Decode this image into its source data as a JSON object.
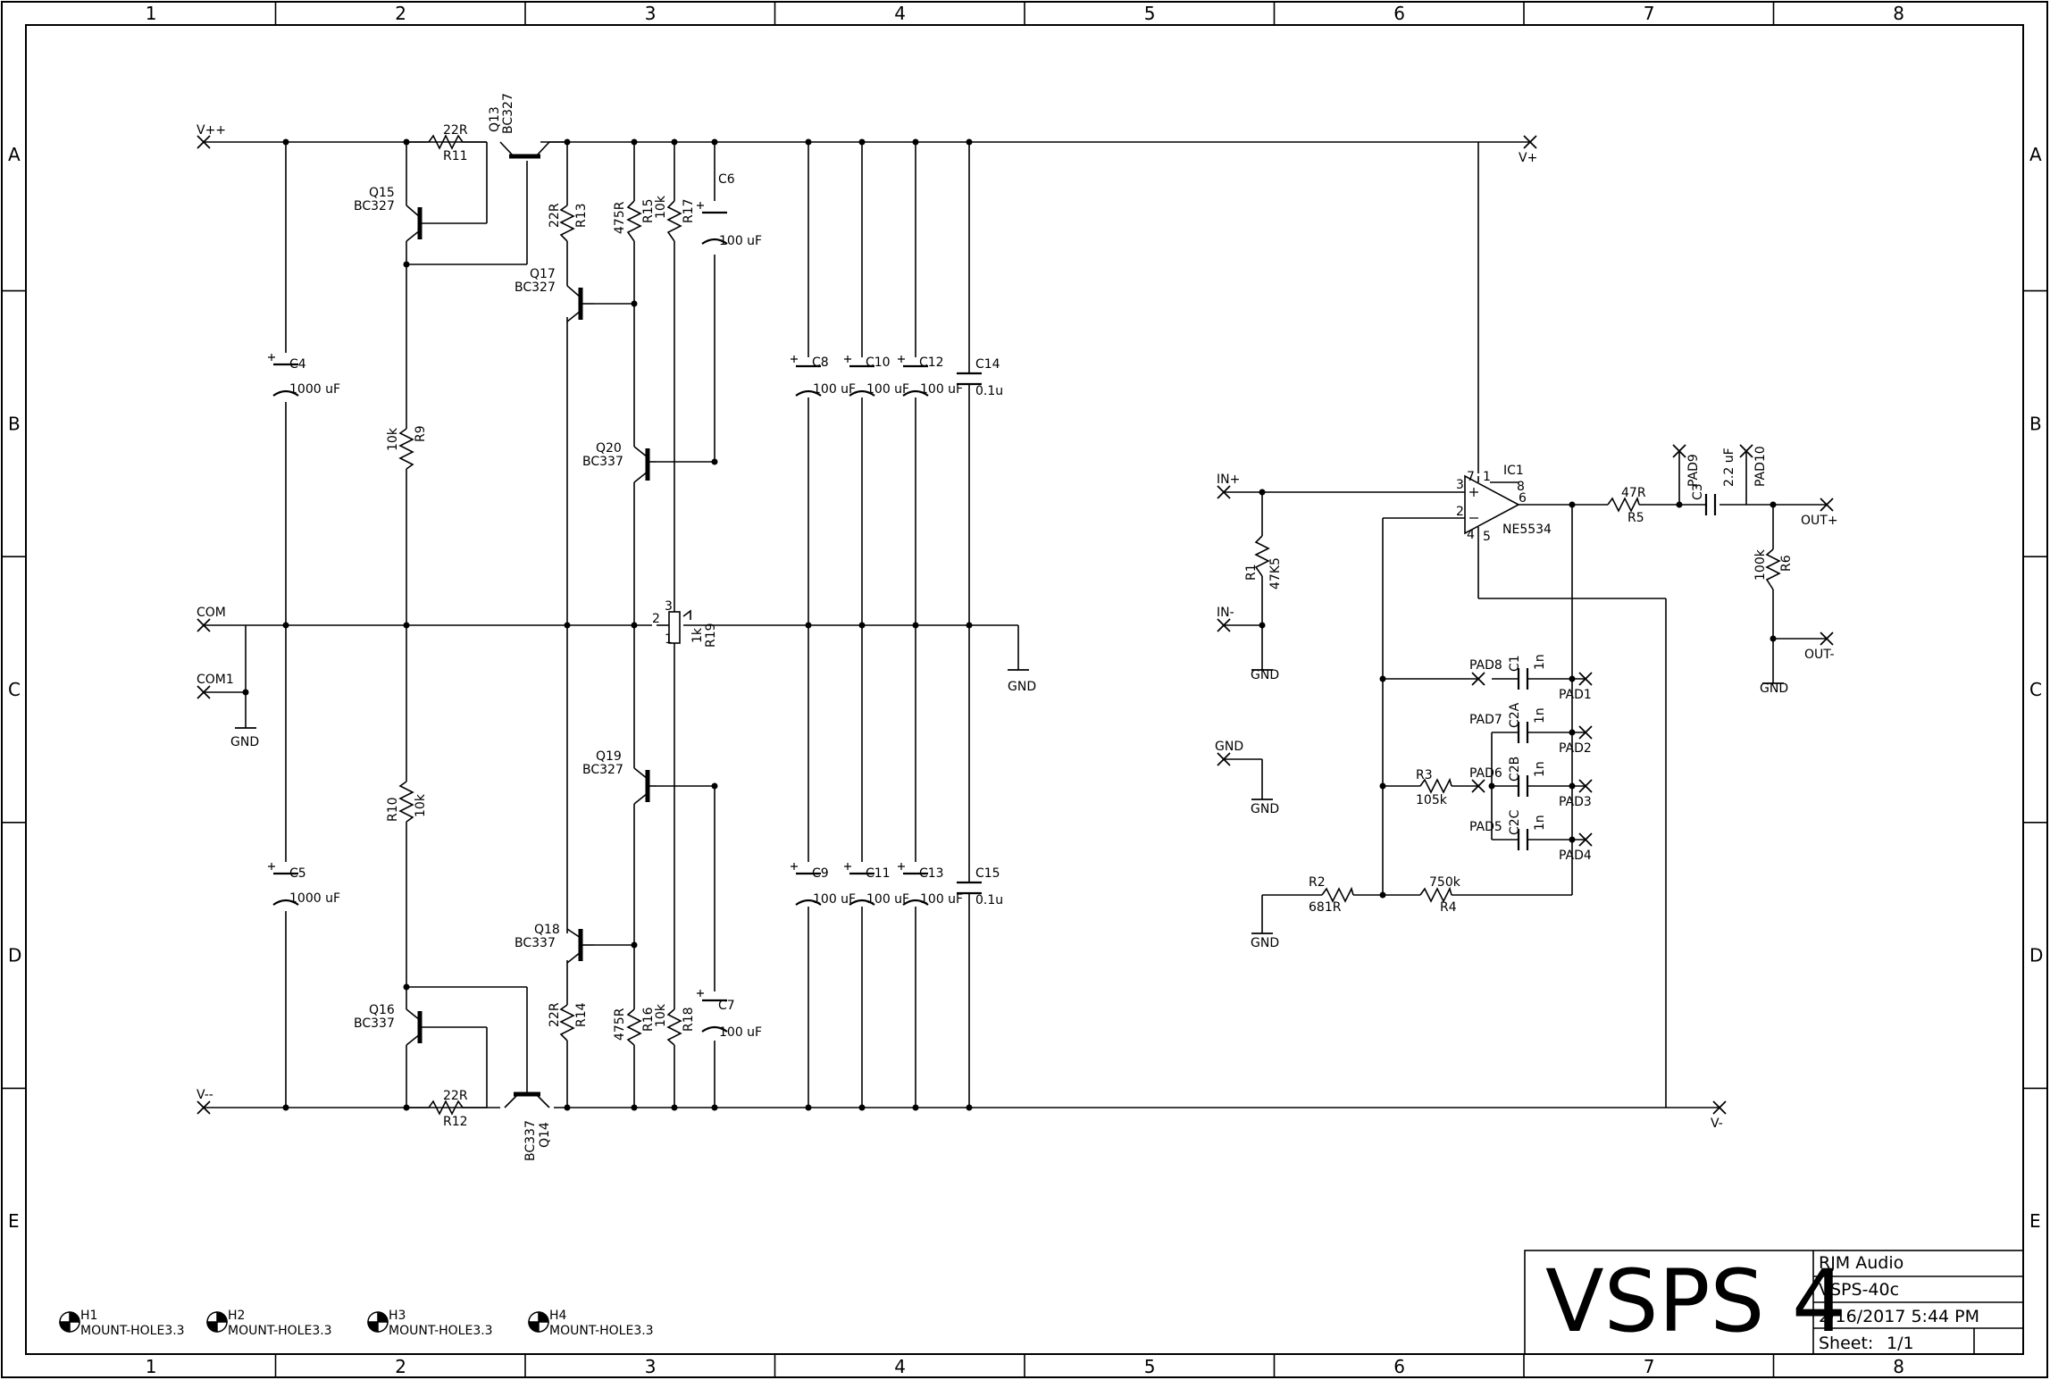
{
  "zones": {
    "cols": [
      "1",
      "2",
      "3",
      "4",
      "5",
      "6",
      "7",
      "8"
    ],
    "rows": [
      "A",
      "B",
      "C",
      "D",
      "E"
    ]
  },
  "nets": {
    "vpp": "V++",
    "vp": "V+",
    "vmm": "V--",
    "vm": "V-",
    "com": "COM",
    "com1": "COM1",
    "gnd": "GND",
    "in_p": "IN+",
    "in_m": "IN-",
    "out_p": "OUT+",
    "out_m": "OUT-"
  },
  "parts": {
    "r11": {
      "name": "R11",
      "value": "22R"
    },
    "r12": {
      "name": "R12",
      "value": "22R"
    },
    "r9": {
      "name": "R9",
      "value": "10k"
    },
    "r10": {
      "name": "R10",
      "value": "10k"
    },
    "r13": {
      "name": "R13",
      "value": "22R"
    },
    "r14": {
      "name": "R14",
      "value": "22R"
    },
    "r15": {
      "name": "R15",
      "value": "475R"
    },
    "r16": {
      "name": "R16",
      "value": "475R"
    },
    "r17": {
      "name": "R17",
      "value": "10k"
    },
    "r18": {
      "name": "R18",
      "value": "10k"
    },
    "r19": {
      "name": "R19",
      "value": "1k",
      "pin1": "1",
      "pin2": "2",
      "pin3": "3"
    },
    "r1": {
      "name": "R1",
      "value": "47K5"
    },
    "r2": {
      "name": "R2",
      "value": "681R"
    },
    "r3": {
      "name": "R3",
      "value": "105k"
    },
    "r4": {
      "name": "R4",
      "value": "750k"
    },
    "r5": {
      "name": "R5",
      "value": "47R"
    },
    "r6": {
      "name": "R6",
      "value": "100k"
    },
    "q13": {
      "name": "Q13",
      "value": "BC327"
    },
    "q14": {
      "name": "Q14",
      "value": "BC337"
    },
    "q15": {
      "name": "Q15",
      "value": "BC327"
    },
    "q16": {
      "name": "Q16",
      "value": "BC337"
    },
    "q17": {
      "name": "Q17",
      "value": "BC327"
    },
    "q18": {
      "name": "Q18",
      "value": "BC337"
    },
    "q19": {
      "name": "Q19",
      "value": "BC327"
    },
    "q20": {
      "name": "Q20",
      "value": "BC337"
    },
    "c4": {
      "name": "C4",
      "value": "1000 uF"
    },
    "c5": {
      "name": "C5",
      "value": "1000 uF"
    },
    "c6": {
      "name": "C6",
      "value": "100 uF"
    },
    "c7": {
      "name": "C7",
      "value": "100 uF"
    },
    "c8": {
      "name": "C8",
      "value": "100 uF"
    },
    "c9": {
      "name": "C9",
      "value": "100 uF"
    },
    "c10": {
      "name": "C10",
      "value": "100 uF"
    },
    "c11": {
      "name": "C11",
      "value": "100 uF"
    },
    "c12": {
      "name": "C12",
      "value": "100 uF"
    },
    "c13": {
      "name": "C13",
      "value": "100 uF"
    },
    "c14": {
      "name": "C14",
      "value": "0.1u"
    },
    "c15": {
      "name": "C15",
      "value": "0.1u"
    },
    "c1": {
      "name": "C1",
      "value": "1n"
    },
    "c2a": {
      "name": "C2A",
      "value": "1n"
    },
    "c2b": {
      "name": "C2B",
      "value": "1n"
    },
    "c2c": {
      "name": "C2C",
      "value": "1n"
    },
    "c3": {
      "name": "C3",
      "value": "2.2 uF"
    },
    "ic1": {
      "name": "IC1",
      "value": "NE5534",
      "pins": [
        "1",
        "2",
        "3",
        "4",
        "5",
        "6",
        "7",
        "8"
      ]
    },
    "pads": [
      "PAD1",
      "PAD2",
      "PAD3",
      "PAD4",
      "PAD5",
      "PAD6",
      "PAD7",
      "PAD8",
      "PAD9",
      "PAD10"
    ],
    "holes": [
      {
        "name": "H1",
        "value": "MOUNT-HOLE3.3"
      },
      {
        "name": "H2",
        "value": "MOUNT-HOLE3.3"
      },
      {
        "name": "H3",
        "value": "MOUNT-HOLE3.3"
      },
      {
        "name": "H4",
        "value": "MOUNT-HOLE3.3"
      }
    ]
  },
  "title_block": {
    "title": "VSPS 4",
    "company": "RJM Audio",
    "drawing": "VSPS-40c",
    "datetime": "2/16/2017 5:44 PM",
    "sheet_label": "Sheet:",
    "sheet_value": "1/1"
  },
  "colors": {
    "ink": "#000000",
    "paper": "#ffffff"
  }
}
